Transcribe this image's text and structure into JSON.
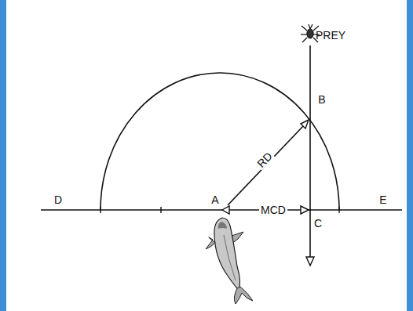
{
  "diagram": {
    "labels": [
      "PREY",
      "B",
      "RD",
      "D",
      "A",
      "MCD",
      "C",
      "E"
    ]
  }
}
